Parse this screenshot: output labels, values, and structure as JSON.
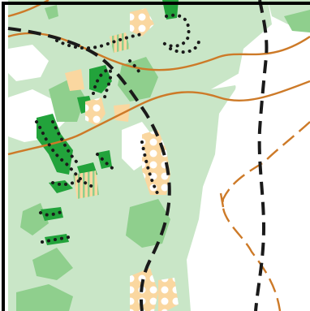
{
  "map": {
    "style": "orienteering-map",
    "colors": {
      "open_land": "#ffffff",
      "light_green": "#c9e6c7",
      "medium_green": "#8fcf8d",
      "dark_green": "#22a33b",
      "rough_open": "#fad7a0",
      "contour_brown": "#cd7a28",
      "track_black": "#1a1a1a",
      "frame_black": "#000000"
    },
    "features": [
      {
        "name": "main-track",
        "type": "dashed-path",
        "color": "track_black"
      },
      {
        "name": "east-track",
        "type": "dashed-path",
        "color": "track_black"
      },
      {
        "name": "contour-north",
        "type": "contour",
        "color": "contour_brown"
      },
      {
        "name": "contour-middle",
        "type": "contour",
        "color": "contour_brown"
      },
      {
        "name": "form-line-east",
        "type": "dashed-contour",
        "color": "contour_brown"
      },
      {
        "name": "vegetation-boundaries",
        "type": "dotted-line",
        "color": "track_black"
      },
      {
        "name": "rough-open-areas",
        "type": "area",
        "color": "rough_open"
      }
    ]
  }
}
